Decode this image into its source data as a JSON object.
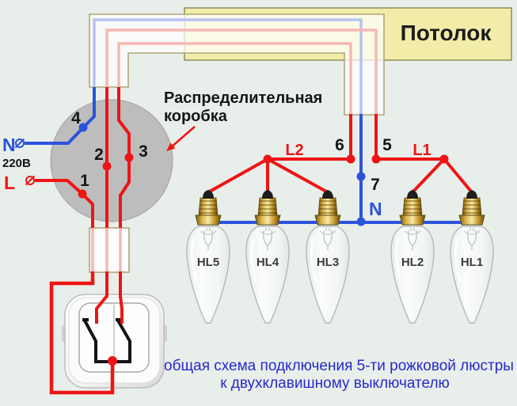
{
  "ceiling": {
    "label": "Потолок"
  },
  "junction_box": {
    "label_line1": "Распределительная",
    "label_line2": "коробка"
  },
  "supply": {
    "neutral_terminal": "N",
    "voltage": "220В",
    "line_terminal": "L"
  },
  "nodes": {
    "n1": "1",
    "n2": "2",
    "n3": "3",
    "n4": "4",
    "n5": "5",
    "n6": "6",
    "n7": "7"
  },
  "branches": {
    "l1": "L1",
    "l2": "L2",
    "neutral": "N"
  },
  "lamps": [
    {
      "label": "HL5"
    },
    {
      "label": "HL4"
    },
    {
      "label": "HL3"
    },
    {
      "label": "HL2"
    },
    {
      "label": "HL1"
    }
  ],
  "caption": {
    "line1": "общая схема подключения 5-ти рожковой люстры",
    "line2": "к двухклавишному выключателю"
  },
  "colors": {
    "background": "#e8eeea",
    "phase": "#ee1515",
    "neutral": "#2d52dd",
    "phase_pale": "#f6b7b3",
    "neutral_pale": "#b6c3f2",
    "ceiling_fill": "#f1eca8",
    "conduit_border": "#b0a678",
    "box_fill": "#bdbdbd",
    "caption_text": "#2828cc"
  }
}
